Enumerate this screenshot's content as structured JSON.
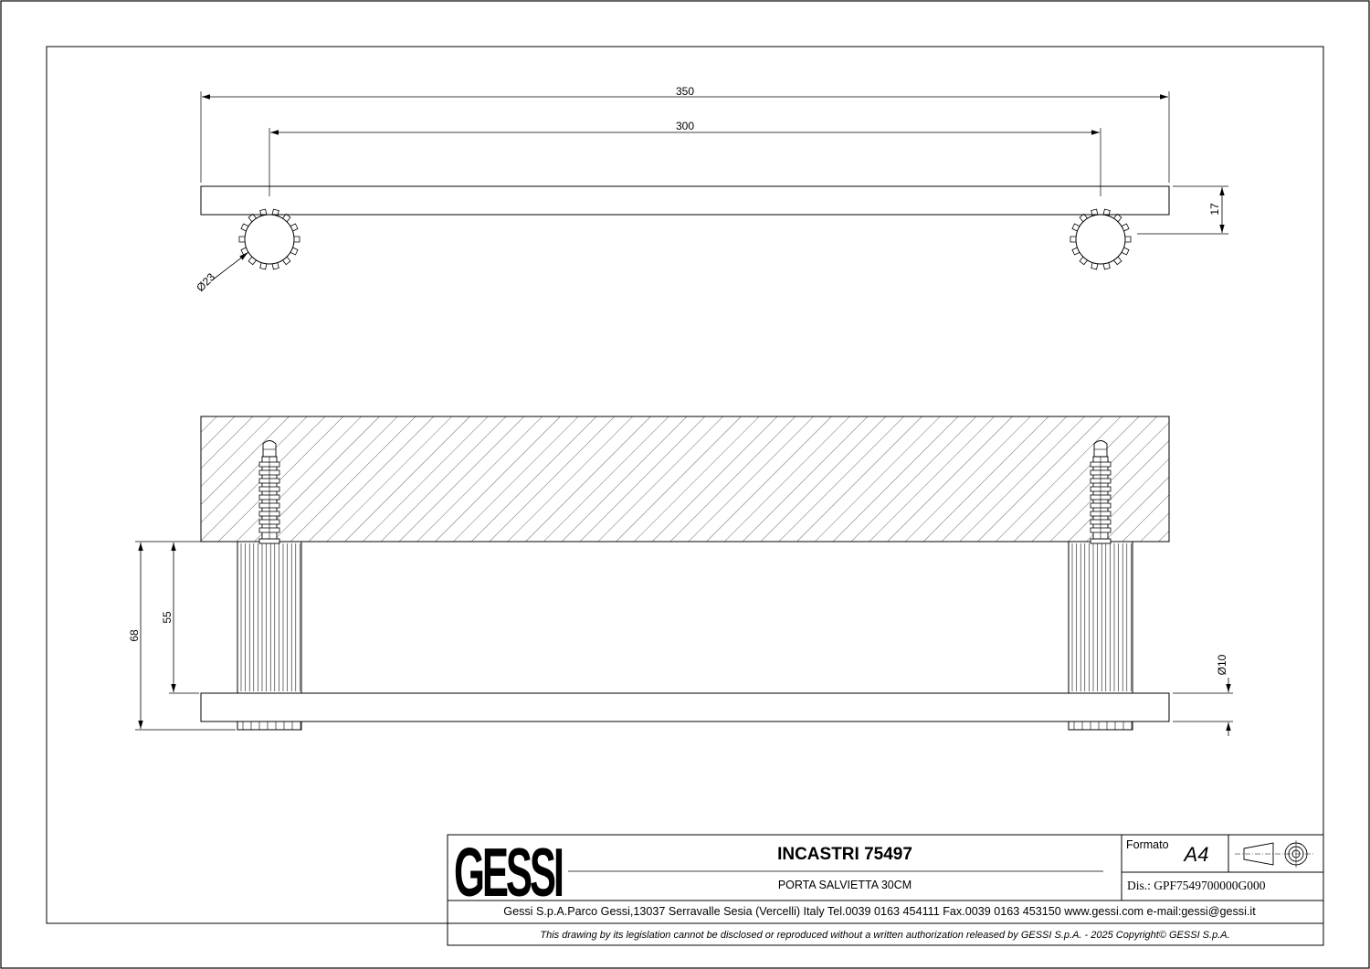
{
  "drawing": {
    "top_view": {
      "dim_overall": "350",
      "dim_centers": "300",
      "dim_bar_height": "17",
      "dim_rosette_diameter": "Ø23"
    },
    "side_view": {
      "dim_total_projection": "68",
      "dim_bar_offset": "55",
      "dim_bar_diameter": "Ø10"
    }
  },
  "title_block": {
    "logo_text": "GESSI",
    "title": "INCASTRI 75497",
    "subtitle": "PORTA SALVIETTA 30CM",
    "format_label": "Formato",
    "format_value": "A4",
    "drawing_number": "Dis.: GPF7549700000G000",
    "company_info": "Gessi S.p.A.Parco Gessi,13037 Serravalle Sesia (Vercelli) Italy Tel.0039 0163 454111 Fax.0039 0163 453150 www.gessi.com e-mail:gessi@gessi.it",
    "legal_notice": "This drawing by its legislation cannot be disclosed or reproduced without a written authorization released by GESSI S.p.A. - 2025 Copyright© GESSI S.p.A."
  }
}
